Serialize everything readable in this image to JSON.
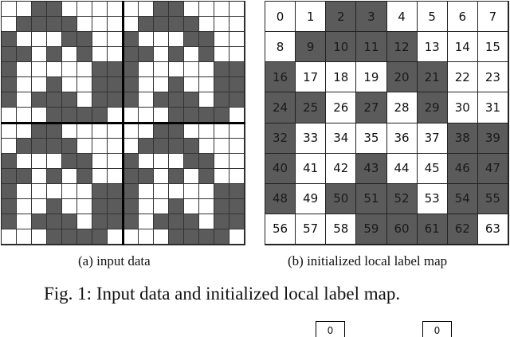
{
  "figure": {
    "subcaption_a": "(a) input data",
    "subcaption_b": "(b) initialized local label map",
    "caption": "Fig. 1: Input data and initialized local label map.",
    "colors": {
      "foreground": "#5b5b5b",
      "background": "#ffffff",
      "grid_line": "#222222",
      "divider": "#000000"
    }
  },
  "input_data": {
    "size": 16,
    "tile_size": 8,
    "note": "16x16 binary image composed of four identical 8x8 tiles; 1 = dark (foreground), 0 = white",
    "tile_pattern": [
      [
        0,
        0,
        1,
        1,
        0,
        0,
        0,
        0
      ],
      [
        0,
        1,
        1,
        1,
        1,
        0,
        0,
        0
      ],
      [
        1,
        0,
        0,
        0,
        1,
        1,
        0,
        0
      ],
      [
        1,
        1,
        0,
        1,
        0,
        1,
        0,
        0
      ],
      [
        1,
        0,
        0,
        0,
        0,
        0,
        1,
        1
      ],
      [
        1,
        0,
        0,
        1,
        0,
        0,
        1,
        1
      ],
      [
        1,
        0,
        1,
        1,
        1,
        0,
        1,
        1
      ],
      [
        0,
        0,
        0,
        1,
        1,
        1,
        1,
        0
      ]
    ]
  },
  "label_map": {
    "rows": 8,
    "cols": 8,
    "labels": [
      [
        0,
        1,
        2,
        3,
        4,
        5,
        6,
        7
      ],
      [
        8,
        9,
        10,
        11,
        12,
        13,
        14,
        15
      ],
      [
        16,
        17,
        18,
        19,
        20,
        21,
        22,
        23
      ],
      [
        24,
        25,
        26,
        27,
        28,
        29,
        30,
        31
      ],
      [
        32,
        33,
        34,
        35,
        36,
        37,
        38,
        39
      ],
      [
        40,
        41,
        42,
        43,
        44,
        45,
        46,
        47
      ],
      [
        48,
        49,
        50,
        51,
        52,
        53,
        54,
        55
      ],
      [
        56,
        57,
        58,
        59,
        60,
        61,
        62,
        63
      ]
    ]
  },
  "partial_boxes": [
    "0",
    "0"
  ]
}
